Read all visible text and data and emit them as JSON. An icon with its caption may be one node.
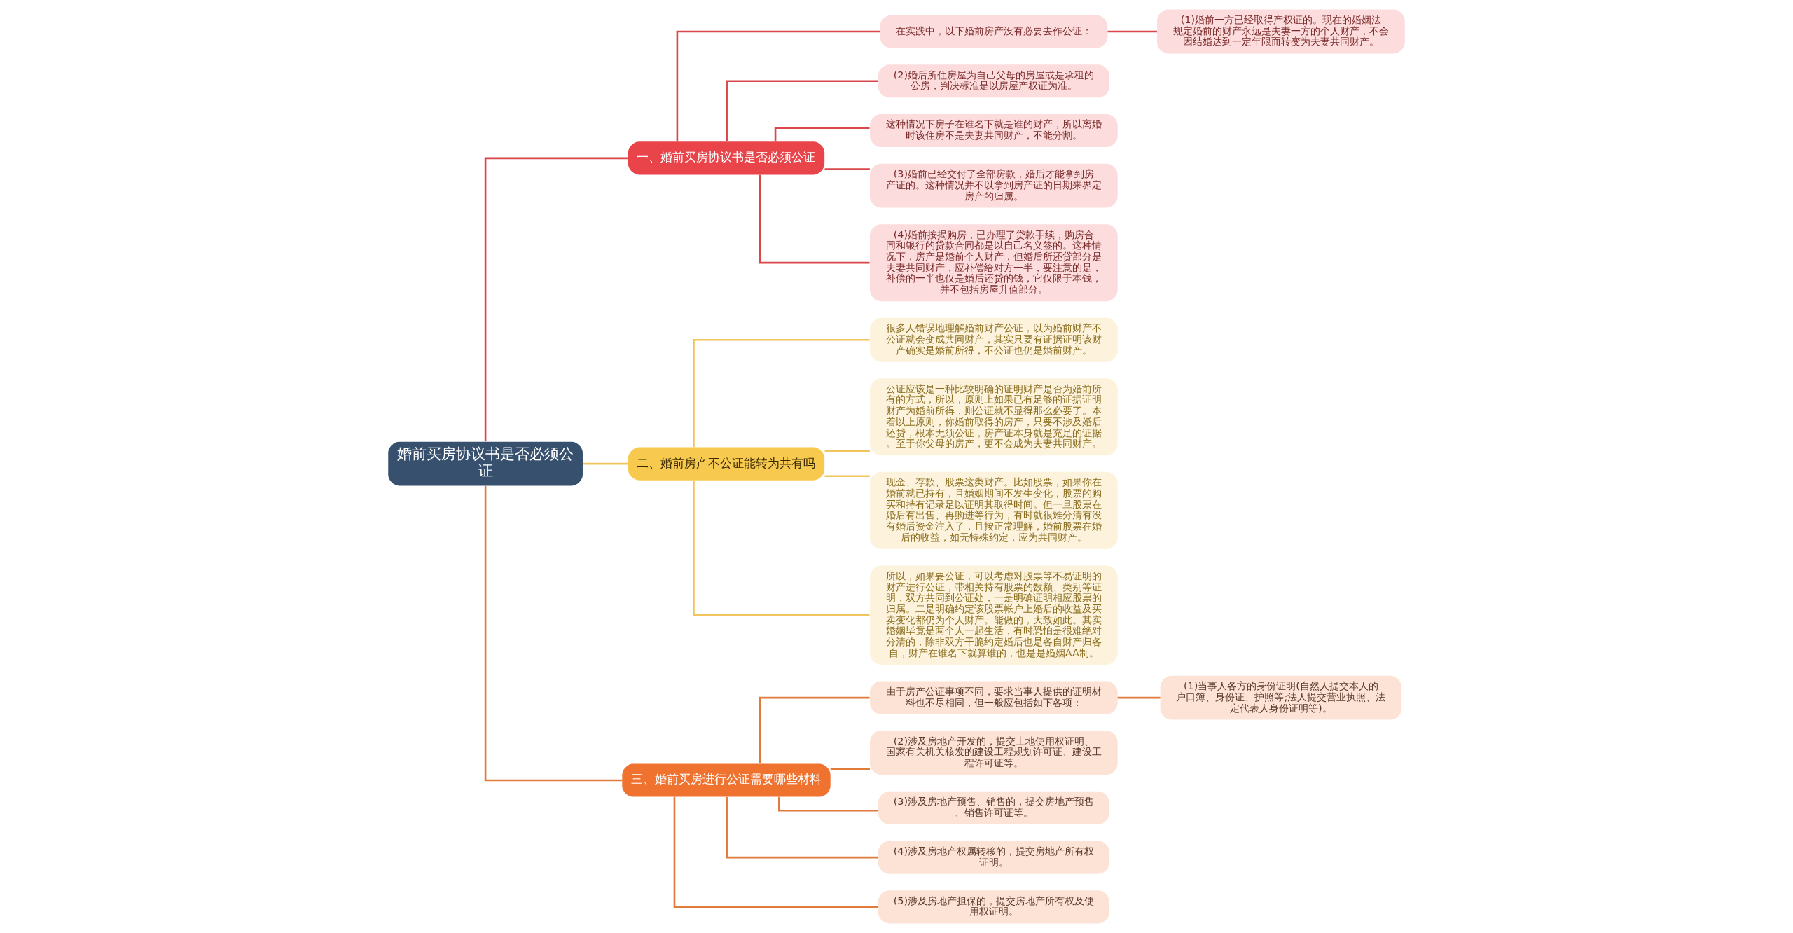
{
  "diagram": {
    "nodes": [
      {
        "text": [
          "婚前买房协议书是否必须公证"
        ]
      },
      {
        "text": [
          "一、婚前买房协议书是否必须公证"
        ]
      },
      {
        "text": [
          "在实践中，以下婚前房产没有必要去作公证："
        ]
      },
      {
        "text": [
          "(1)婚前一方已经取得产权证的。现在的婚姻法规定婚前的财产永远是夫妻一方的个人财产，不会因结婚达到一定年限而转变为夫妻共同财产。"
        ]
      },
      {
        "text": [
          "(2)婚后所住房屋为自己父母的房屋或是承租的公房，判决标准是以房屋产权证为准。"
        ]
      },
      {
        "text": [
          "这种情况下房子在谁名下就是谁的财产，所以离婚时该住房不是夫妻共同财产，不能分割。"
        ]
      },
      {
        "text": [
          "(3)婚前已经交付了全部房款，婚后才能拿到房产证的。这种情况并不以拿到房产证的日期来界定房产的归属。"
        ]
      },
      {
        "text": [
          "(4)婚前按揭购房，已办理了贷款手续，购房合同和银行的贷款合同都是以自己名义签的。这种情况下，房产是婚前个人财产，但婚后所还贷部分是夫妻共同财产，应补偿给对方一半，要注意的是，补偿的一半也仅是婚后还贷的钱，它仅限于本钱，并不包括房屋升值部分。"
        ]
      },
      {
        "text": [
          "二、婚前房产不公证能转为共有吗"
        ]
      },
      {
        "text": [
          "很多人错误地理解婚前财产公证，以为婚前财产不公证就会变成共同财产，其实只要有证据证明该财产确实是婚前所得，不公证也仍是婚前财产。"
        ]
      },
      {
        "text": [
          "公证应该是一种比较明确的证明财产是否为婚前所有的方式，所以，原则上如果已有足够的证据证明财产为婚前所得，则公证就不显得那么必要了。本着以上原则，你婚前取得的房产，只要不涉及婚后还贷，根本无须公证，房产证本身就是充足的证据。至于你父母的房产，更不会成为夫妻共同财产。"
        ]
      },
      {
        "text": [
          "现金、存款、股票这类财产。比如股票，如果你在婚前就已持有，且婚姻期间不发生变化，股票的购买和持有记录足以证明其取得时间。但一旦股票在婚后有出售、再购进等行为，有时就很难分清有没有婚后资金注入了，且按正常理解，婚前股票在婚后的收益，如无特殊约定，应为共同财产。"
        ]
      },
      {
        "text": [
          "所以，如果要公证，可以考虑对股票等不易证明的财产进行公证，带相关持有股票的数额、类别等证明，双方共同到公证处，一是明确证明相应股票的归属。二是明确约定该股票帐户上婚后的收益及买卖变化都仍为个人财产。能做的，大致如此。其实婚姻毕竟是两个人一起生活，有时恐怕是很难绝对分清的，除非双方干脆约定婚后也是各自财产归各自，财产在谁名下就算谁的，也是是婚姻AA制。"
        ]
      },
      {
        "text": [
          "三、婚前买房进行公证需要哪些材料"
        ]
      },
      {
        "text": [
          "由于房产公证事项不同，要求当事人提供的证明材料也不尽相同，但一般应包括如下各项："
        ]
      },
      {
        "text": [
          "(1)当事人各方的身份证明(自然人提交本人的户口簿、身份证、护照等;法人提交营业执照、法定代表人身份证明等)。"
        ]
      },
      {
        "text": [
          "(2)涉及房地产开发的，提交土地使用权证明、国家有关机关核发的建设工程规划许可证、建设工程许可证等。"
        ]
      },
      {
        "text": [
          "(3)涉及房地产预售、销售的，提交房地产预售、销售许可证等。"
        ]
      },
      {
        "text": [
          "(4)涉及房地产权属转移的，提交房地产所有权证明。"
        ]
      },
      {
        "text": [
          "(5)涉及房地产担保的，提交房地产所有权及使用权证明。"
        ]
      }
    ],
    "edges": [
      {
        "from": 0,
        "to": 1,
        "arrow": "none",
        "color": "#d9474b"
      },
      {
        "from": 1,
        "to": 2,
        "arrow": "none",
        "color": "#d9474b"
      },
      {
        "from": 2,
        "to": 3,
        "arrow": "none",
        "color": "#d9474b"
      },
      {
        "from": 1,
        "to": 4,
        "arrow": "none",
        "color": "#d9474b"
      },
      {
        "from": 1,
        "to": 5,
        "arrow": "none",
        "color": "#d9474b"
      },
      {
        "from": 1,
        "to": 6,
        "arrow": "none",
        "color": "#d9474b"
      },
      {
        "from": 1,
        "to": 7,
        "arrow": "none",
        "color": "#d9474b"
      },
      {
        "from": 0,
        "to": 8,
        "arrow": "none",
        "color": "#f2c55c"
      },
      {
        "from": 8,
        "to": 9,
        "arrow": "none",
        "color": "#f2c55c"
      },
      {
        "from": 8,
        "to": 10,
        "arrow": "none",
        "color": "#f2c55c"
      },
      {
        "from": 8,
        "to": 11,
        "arrow": "none",
        "color": "#f2c55c"
      },
      {
        "from": 8,
        "to": 12,
        "arrow": "none",
        "color": "#f2c55c"
      },
      {
        "from": 0,
        "to": 13,
        "arrow": "none"
      },
      {
        "from": 13,
        "to": 14,
        "arrow": "none"
      },
      {
        "from": 14,
        "to": 15,
        "arrow": "none"
      },
      {
        "from": 13,
        "to": 16,
        "arrow": "none"
      },
      {
        "from": 13,
        "to": 17,
        "arrow": "none"
      },
      {
        "from": 13,
        "to": 18,
        "arrow": "none"
      },
      {
        "from": 13,
        "to": 19,
        "arrow": "none"
      }
    ]
  }
}
